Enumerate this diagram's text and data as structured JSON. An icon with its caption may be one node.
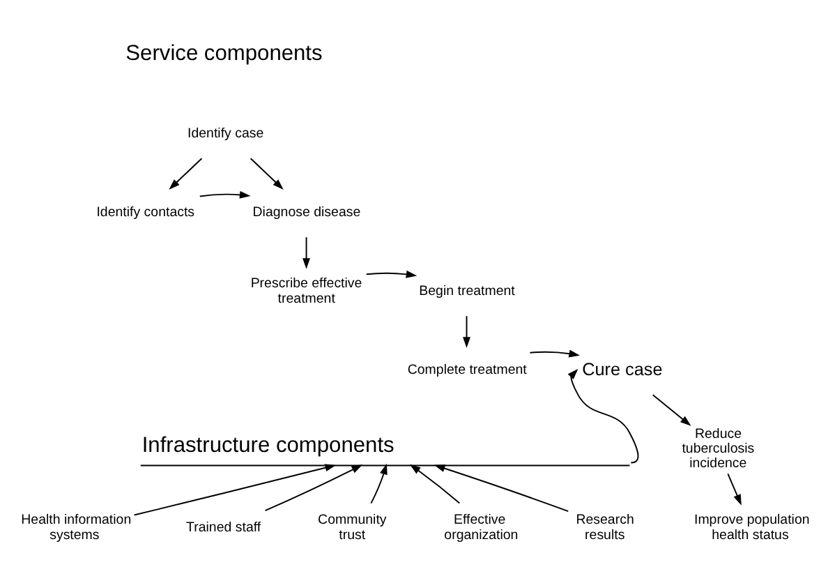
{
  "diagram": {
    "nodes": [
      {
        "text": [
          "Identify case"
        ]
      },
      {
        "text": [
          "Identify contacts"
        ]
      },
      {
        "text": [
          "Diagnose disease"
        ]
      },
      {
        "text": [
          "Prescribe effective treatment"
        ]
      },
      {
        "text": [
          "Begin treatment"
        ]
      },
      {
        "text": [
          "Complete treatment"
        ]
      },
      {
        "text": [
          "Cure case"
        ]
      },
      {
        "text": [
          "Reduce tuberculosis incidence"
        ]
      },
      {
        "text": [
          "Improve population health status"
        ]
      },
      {
        "text": [
          "Infrastructure components"
        ]
      },
      {
        "text": [
          "Health information systems"
        ]
      },
      {
        "text": [
          "Trained staff"
        ]
      },
      {
        "text": [
          "Community trust"
        ]
      },
      {
        "text": [
          "Effective organization"
        ]
      },
      {
        "text": [
          "Research results"
        ]
      }
    ],
    "edges": [
      {
        "from": 0,
        "to": 2,
        "arrow": "to"
      },
      {
        "from": 0,
        "to": 1,
        "arrow": "to"
      },
      {
        "from": 1,
        "to": 2,
        "arrow": "to"
      },
      {
        "from": 2,
        "to": 3,
        "arrow": "to"
      },
      {
        "from": 3,
        "to": 4,
        "arrow": "to"
      },
      {
        "from": 4,
        "to": 5,
        "arrow": "to"
      },
      {
        "from": 5,
        "to": 6,
        "arrow": "to"
      },
      {
        "from": 9,
        "to": 6,
        "arrow": "to"
      },
      {
        "from": 6,
        "to": 7,
        "arrow": "to"
      },
      {
        "from": 7,
        "to": 8,
        "arrow": "to"
      },
      {
        "from": 10,
        "to": 9,
        "arrow": "to"
      },
      {
        "from": 11,
        "to": 9,
        "arrow": "to"
      },
      {
        "from": 12,
        "to": 9,
        "arrow": "to"
      },
      {
        "from": 13,
        "to": 9,
        "arrow": "to"
      },
      {
        "from": 14,
        "to": 9,
        "arrow": "to"
      }
    ],
    "labels": [
      "Service components"
    ]
  }
}
